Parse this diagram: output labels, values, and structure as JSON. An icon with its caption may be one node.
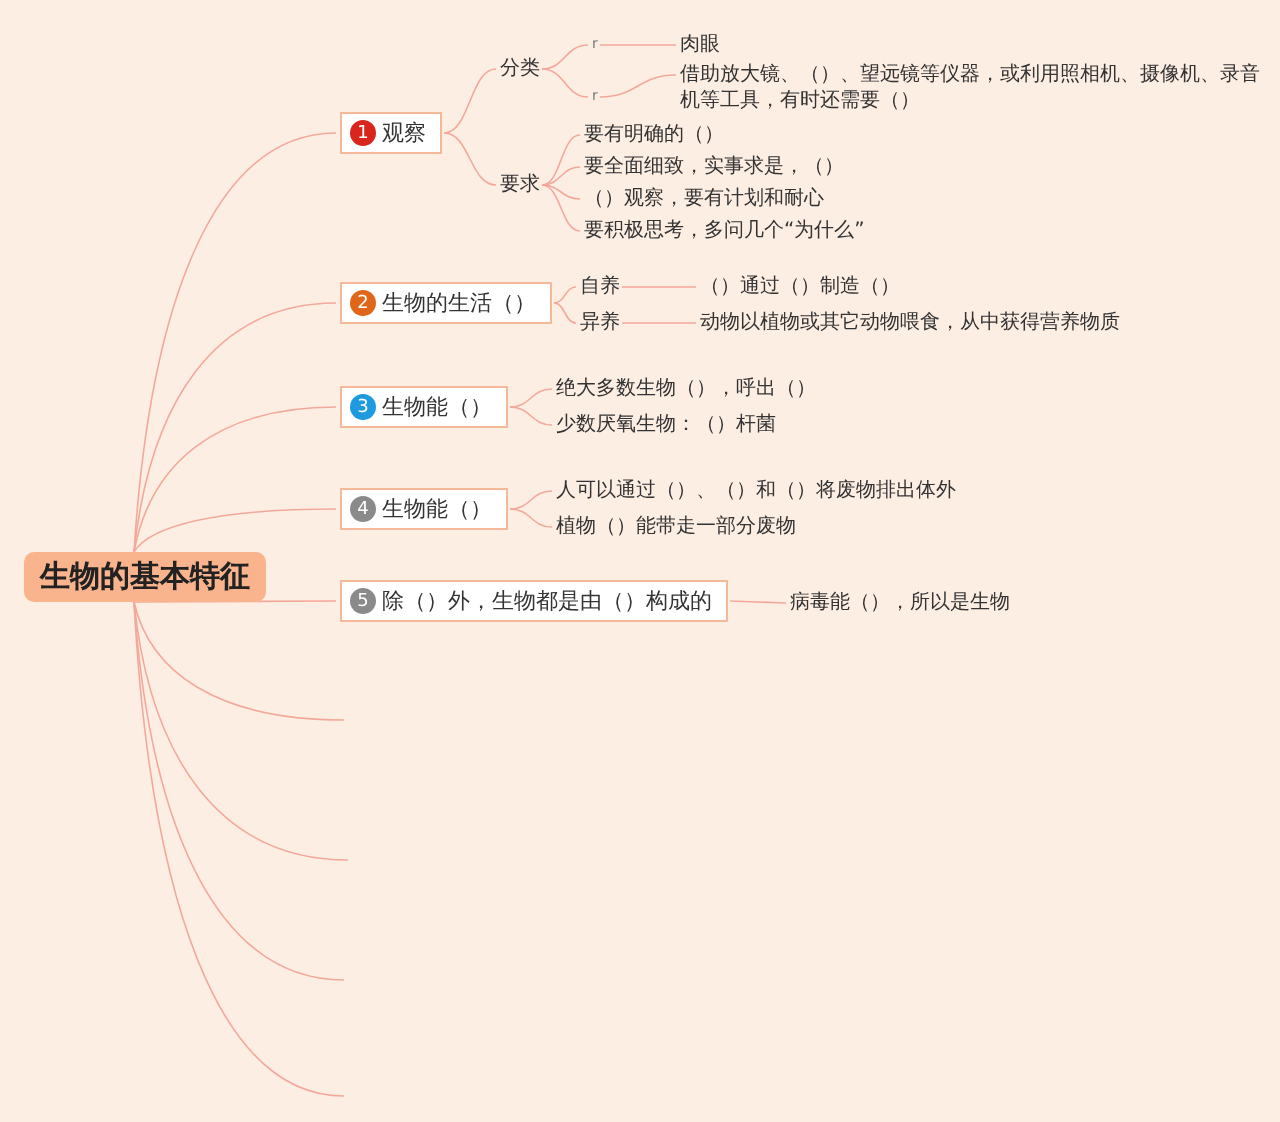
{
  "diagram": {
    "nodes": [
      {
        "text": [
          "生物的基本特征"
        ]
      },
      {
        "text": [
          "1",
          "观察"
        ]
      },
      {
        "text": [
          "分类"
        ]
      },
      {
        "text": [
          "r"
        ]
      },
      {
        "text": [
          "肉眼"
        ]
      },
      {
        "text": [
          "r"
        ]
      },
      {
        "text": [
          "借助放大镜、（）、望远镜等仪器，或利用照相机、摄像机、录音机等工具，有时还需要（）"
        ]
      },
      {
        "text": [
          "要求"
        ]
      },
      {
        "text": [
          "要有明确的（）"
        ]
      },
      {
        "text": [
          "要全面细致，实事求是，（）"
        ]
      },
      {
        "text": [
          "（）观察，要有计划和耐心"
        ]
      },
      {
        "text": [
          "要积极思考，多问几个“为什么”"
        ]
      },
      {
        "text": [
          "2",
          "生物的生活（）"
        ]
      },
      {
        "text": [
          "自养"
        ]
      },
      {
        "text": [
          "（）通过（）制造（）"
        ]
      },
      {
        "text": [
          "异养"
        ]
      },
      {
        "text": [
          "动物以植物或其它动物喂食，从中获得营养物质"
        ]
      },
      {
        "text": [
          "3",
          "生物能（）"
        ]
      },
      {
        "text": [
          "绝大多数生物（），呼出（）"
        ]
      },
      {
        "text": [
          "少数厌氧生物：（）杆菌"
        ]
      },
      {
        "text": [
          "4",
          "生物能（）"
        ]
      },
      {
        "text": [
          "人可以通过（）、（）和（）将废物排出体外"
        ]
      },
      {
        "text": [
          "植物（）能带走一部分废物"
        ]
      },
      {
        "text": [
          "5",
          "除（）外，生物都是由（）构成的"
        ]
      },
      {
        "text": [
          "病毒能（），所以是生物"
        ]
      }
    ],
    "edges": [
      {
        "from": 0,
        "to": 1,
        "arrow": "none"
      },
      {
        "from": 1,
        "to": 2,
        "arrow": "none"
      },
      {
        "from": 2,
        "to": 3,
        "arrow": "none"
      },
      {
        "from": 3,
        "to": 4,
        "arrow": "none"
      },
      {
        "from": 2,
        "to": 5,
        "arrow": "none"
      },
      {
        "from": 5,
        "to": 6,
        "arrow": "none"
      },
      {
        "from": 1,
        "to": 7,
        "arrow": "none"
      },
      {
        "from": 7,
        "to": 8,
        "arrow": "none"
      },
      {
        "from": 7,
        "to": 9,
        "arrow": "none"
      },
      {
        "from": 7,
        "to": 10,
        "arrow": "none"
      },
      {
        "from": 7,
        "to": 11,
        "arrow": "none"
      },
      {
        "from": 0,
        "to": 12,
        "arrow": "none"
      },
      {
        "from": 12,
        "to": 13,
        "arrow": "none"
      },
      {
        "from": 13,
        "to": 14,
        "arrow": "none"
      },
      {
        "from": 12,
        "to": 15,
        "arrow": "none"
      },
      {
        "from": 15,
        "to": 16,
        "arrow": "none"
      },
      {
        "from": 0,
        "to": 17,
        "arrow": "none"
      },
      {
        "from": 17,
        "to": 18,
        "arrow": "none"
      },
      {
        "from": 17,
        "to": 19,
        "arrow": "none"
      },
      {
        "from": 0,
        "to": 20,
        "arrow": "none"
      },
      {
        "from": 20,
        "to": 21,
        "arrow": "none"
      },
      {
        "from": 20,
        "to": 22,
        "arrow": "none"
      },
      {
        "from": 0,
        "to": 23,
        "arrow": "none"
      },
      {
        "from": 23,
        "to": 24,
        "arrow": "none"
      },
      {
        "from": 0,
        "to": null,
        "arrow": "none"
      },
      {
        "from": 0,
        "to": null,
        "arrow": "none"
      },
      {
        "from": 0,
        "to": null,
        "arrow": "none"
      },
      {
        "from": 0,
        "to": null,
        "arrow": "none"
      }
    ]
  }
}
